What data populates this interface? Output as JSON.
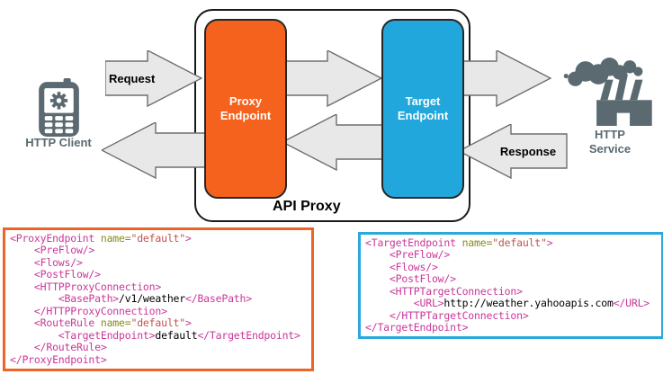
{
  "diagram": {
    "api_proxy_label": "API Proxy",
    "proxy_endpoint_label": "Proxy Endpoint",
    "target_endpoint_label": "Target Endpoint",
    "request_label": "Request",
    "response_label": "Response",
    "http_client_label": "HTTP Client",
    "http_service_label": "HTTP Service",
    "colors": {
      "proxy_endpoint": "#F4621D",
      "target_endpoint": "#21A7DC",
      "arrow_fill": "#E8E8E8",
      "arrow_stroke": "#6E6E6E",
      "icon_gray": "#5B6971",
      "code_tag": "#C93899",
      "code_attr_name": "#8A8A1B",
      "code_attr_value": "#C0534E",
      "proxy_code_border": "#ED6429",
      "target_code_border": "#2BA9DC"
    },
    "icons": [
      "mobile-phone-icon",
      "factory-smoke-icon"
    ]
  },
  "code_blocks": {
    "proxy": {
      "lines": [
        [
          {
            "c": "tag",
            "t": "<ProxyEndpoint "
          },
          {
            "c": "attr",
            "t": "name="
          },
          {
            "c": "val",
            "t": "\"default\""
          },
          {
            "c": "tag",
            "t": ">"
          }
        ],
        [
          {
            "c": "tag",
            "t": "    <PreFlow/>"
          }
        ],
        [
          {
            "c": "tag",
            "t": "    <Flows/>"
          }
        ],
        [
          {
            "c": "tag",
            "t": "    <PostFlow/>"
          }
        ],
        [
          {
            "c": "tag",
            "t": "    <HTTPProxyConnection>"
          }
        ],
        [
          {
            "c": "tag",
            "t": "        <BasePath>"
          },
          {
            "c": "txt",
            "t": "/v1/weather"
          },
          {
            "c": "tag",
            "t": "</BasePath>"
          }
        ],
        [
          {
            "c": "tag",
            "t": "    </HTTPProxyConnection>"
          }
        ],
        [
          {
            "c": "tag",
            "t": "    <RouteRule "
          },
          {
            "c": "attr",
            "t": "name="
          },
          {
            "c": "val",
            "t": "\"default\""
          },
          {
            "c": "tag",
            "t": ">"
          }
        ],
        [
          {
            "c": "tag",
            "t": "        <TargetEndpoint>"
          },
          {
            "c": "txt",
            "t": "default"
          },
          {
            "c": "tag",
            "t": "</TargetEndpoint>"
          }
        ],
        [
          {
            "c": "tag",
            "t": "    </RouteRule>"
          }
        ],
        [
          {
            "c": "tag",
            "t": "</ProxyEndpoint>"
          }
        ]
      ]
    },
    "target": {
      "lines": [
        [
          {
            "c": "tag",
            "t": "<TargetEndpoint "
          },
          {
            "c": "attr",
            "t": "name="
          },
          {
            "c": "val",
            "t": "\"default\""
          },
          {
            "c": "tag",
            "t": ">"
          }
        ],
        [
          {
            "c": "tag",
            "t": "    <PreFlow/>"
          }
        ],
        [
          {
            "c": "tag",
            "t": "    <Flows/>"
          }
        ],
        [
          {
            "c": "tag",
            "t": "    <PostFlow/>"
          }
        ],
        [
          {
            "c": "tag",
            "t": "    <HTTPTargetConnection>"
          }
        ],
        [
          {
            "c": "tag",
            "t": "        <URL>"
          },
          {
            "c": "txt",
            "t": "http://weather.yahooapis.com"
          },
          {
            "c": "tag",
            "t": "</URL>"
          }
        ],
        [
          {
            "c": "tag",
            "t": "    </HTTPTargetConnection>"
          }
        ],
        [
          {
            "c": "tag",
            "t": "</TargetEndpoint>"
          }
        ]
      ]
    }
  }
}
